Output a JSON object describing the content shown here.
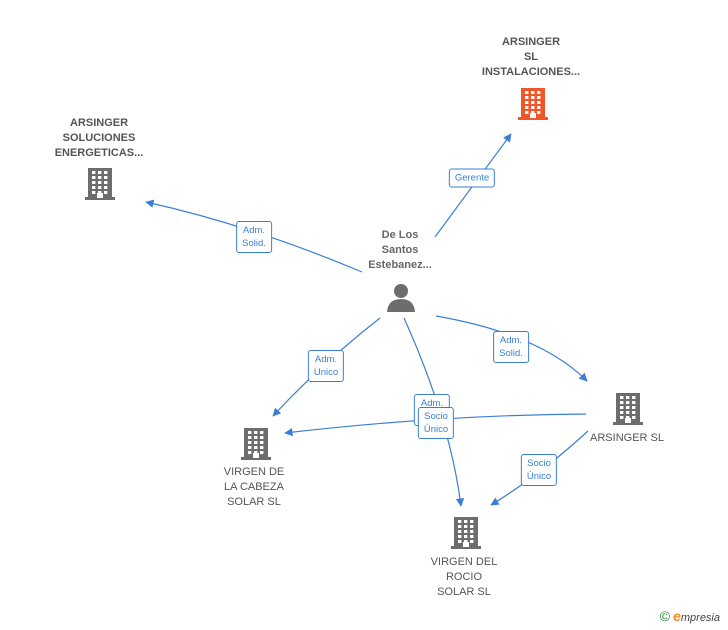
{
  "nodes": [
    {
      "id": "p",
      "label": "De Los\nSantos\nEstebanez...",
      "type": "person"
    },
    {
      "id": "n1",
      "label": "ARSINGER\nSL\nINSTALACIONES...",
      "type": "company-main"
    },
    {
      "id": "n2",
      "label": "ARSINGER\nSOLUCIONES\nENERGETICAS...",
      "type": "company"
    },
    {
      "id": "n3",
      "label": "ARSINGER  SL",
      "type": "company"
    },
    {
      "id": "n4",
      "label": "VIRGEN DE\nLA CABEZA\nSOLAR  SL",
      "type": "company"
    },
    {
      "id": "n5",
      "label": "VIRGEN DEL\nROCIO\nSOLAR  SL",
      "type": "company"
    }
  ],
  "edges": [
    {
      "from": "p",
      "to": "n1",
      "label": "Gerente"
    },
    {
      "from": "p",
      "to": "n2",
      "label": "Adm.\nSolid."
    },
    {
      "from": "p",
      "to": "n3",
      "label": "Adm.\nSolid."
    },
    {
      "from": "p",
      "to": "n4",
      "label": "Adm.\nUnico"
    },
    {
      "from": "p",
      "to": "n5",
      "label": "Adm.\nUnico"
    },
    {
      "from": "n3",
      "to": "n4",
      "label": "Socio\nÚnico"
    },
    {
      "from": "n3",
      "to": "n5",
      "label": "Socio\nÚnico"
    }
  ],
  "colors": {
    "edge": "#3a7fd5",
    "building": "#6d6d6d",
    "building_main": "#f0562a",
    "person": "#6d6d6d"
  },
  "footer": {
    "copyright": "©",
    "brand_initial": "e",
    "brand_rest": "mpresia"
  }
}
